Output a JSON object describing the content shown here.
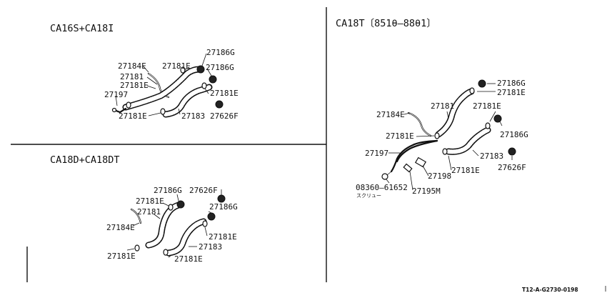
{
  "panels": {
    "top_left": {
      "title": "CA16S+CA18I",
      "labels": [
        "27184E",
        "27181E",
        "27186G",
        "27181",
        "27186G",
        "27181E",
        "27197",
        "27181E",
        "27181E",
        "27183",
        "27626F"
      ]
    },
    "bottom_left": {
      "title": "CA18D+CA18DT",
      "labels": [
        "27186G",
        "27626F",
        "27181E",
        "27181",
        "27186G",
        "27184E",
        "27181E",
        "27183",
        "27181E",
        "27181E"
      ]
    },
    "right": {
      "title": "CA18T〔851θ—88θ1〕",
      "labels": [
        "27186G",
        "27181E",
        "27181",
        "27184E",
        "27181E",
        "27181E",
        "27186G",
        "27197",
        "27183",
        "27626F",
        "27181E",
        "27198",
        "08360—61652",
        "27195M"
      ],
      "screw_note": "スクリュー"
    }
  },
  "footer": {
    "code": "T12-A-G2730-0198"
  },
  "icons": [
    "hose-icon",
    "clamp-icon",
    "cap-icon",
    "pipe-icon",
    "bolt-icon"
  ]
}
